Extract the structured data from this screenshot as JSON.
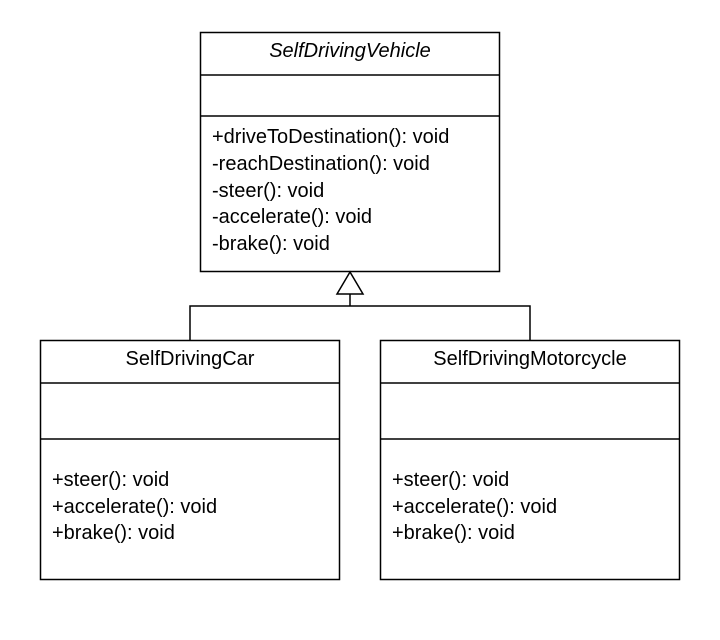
{
  "diagram": {
    "parent": {
      "name": "SelfDrivingVehicle",
      "methods": [
        "+driveToDestination(): void",
        "-reachDestination(): void",
        "-steer(): void",
        "-accelerate(): void",
        "-brake(): void"
      ]
    },
    "children": [
      {
        "name": "SelfDrivingCar",
        "methods": [
          "+steer(): void",
          "+accelerate(): void",
          "+brake(): void"
        ]
      },
      {
        "name": "SelfDrivingMotorcycle",
        "methods": [
          "+steer(): void",
          "+accelerate(): void",
          "+brake(): void"
        ]
      }
    ]
  },
  "colors": {
    "line": "#000000",
    "fill": "#ffffff",
    "text": "#000000"
  }
}
